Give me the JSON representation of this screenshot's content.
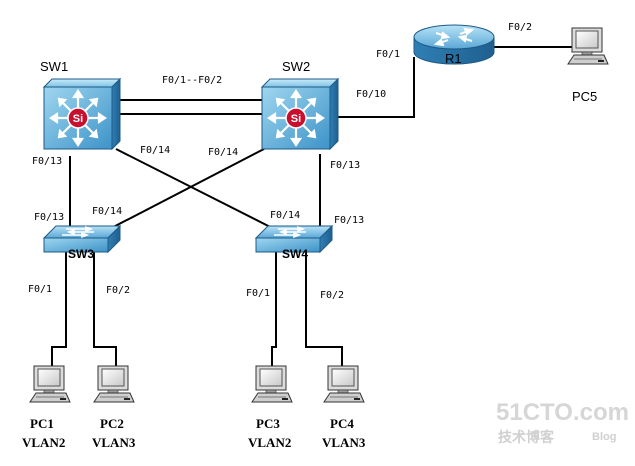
{
  "devices": {
    "sw1": "SW1",
    "sw2": "SW2",
    "sw3": "SW3",
    "sw4": "SW4",
    "r1": "R1",
    "pc5": "PC5",
    "pc1": "PC1",
    "pc2": "PC2",
    "pc3": "PC3",
    "pc4": "PC4",
    "pc1_vlan": "VLAN2",
    "pc2_vlan": "VLAN3",
    "pc3_vlan": "VLAN2",
    "pc4_vlan": "VLAN3"
  },
  "ports": {
    "sw1_sw2": "F0/1--F0/2",
    "sw2_r1": "F0/10",
    "r1_sw2": "F0/1",
    "r1_pc5": "F0/2",
    "sw1_sw3": "F0/13",
    "sw1_sw4": "F0/14",
    "sw2_sw3": "F0/14",
    "sw2_sw4": "F0/13",
    "sw3_sw1": "F0/13",
    "sw3_sw2": "F0/14",
    "sw4_sw1": "F0/14",
    "sw4_sw2": "F0/13",
    "sw3_pc1": "F0/1",
    "sw3_pc2": "F0/2",
    "sw4_pc3": "F0/1",
    "sw4_pc4": "F0/2"
  },
  "watermark": {
    "site": "51CTO.com",
    "cn": "技术博客",
    "blog": "Blog"
  },
  "colors": {
    "device_blue": "#3a8fc4",
    "device_light": "#8ecbe8",
    "si_red": "#c8102e",
    "link": "#000000"
  }
}
